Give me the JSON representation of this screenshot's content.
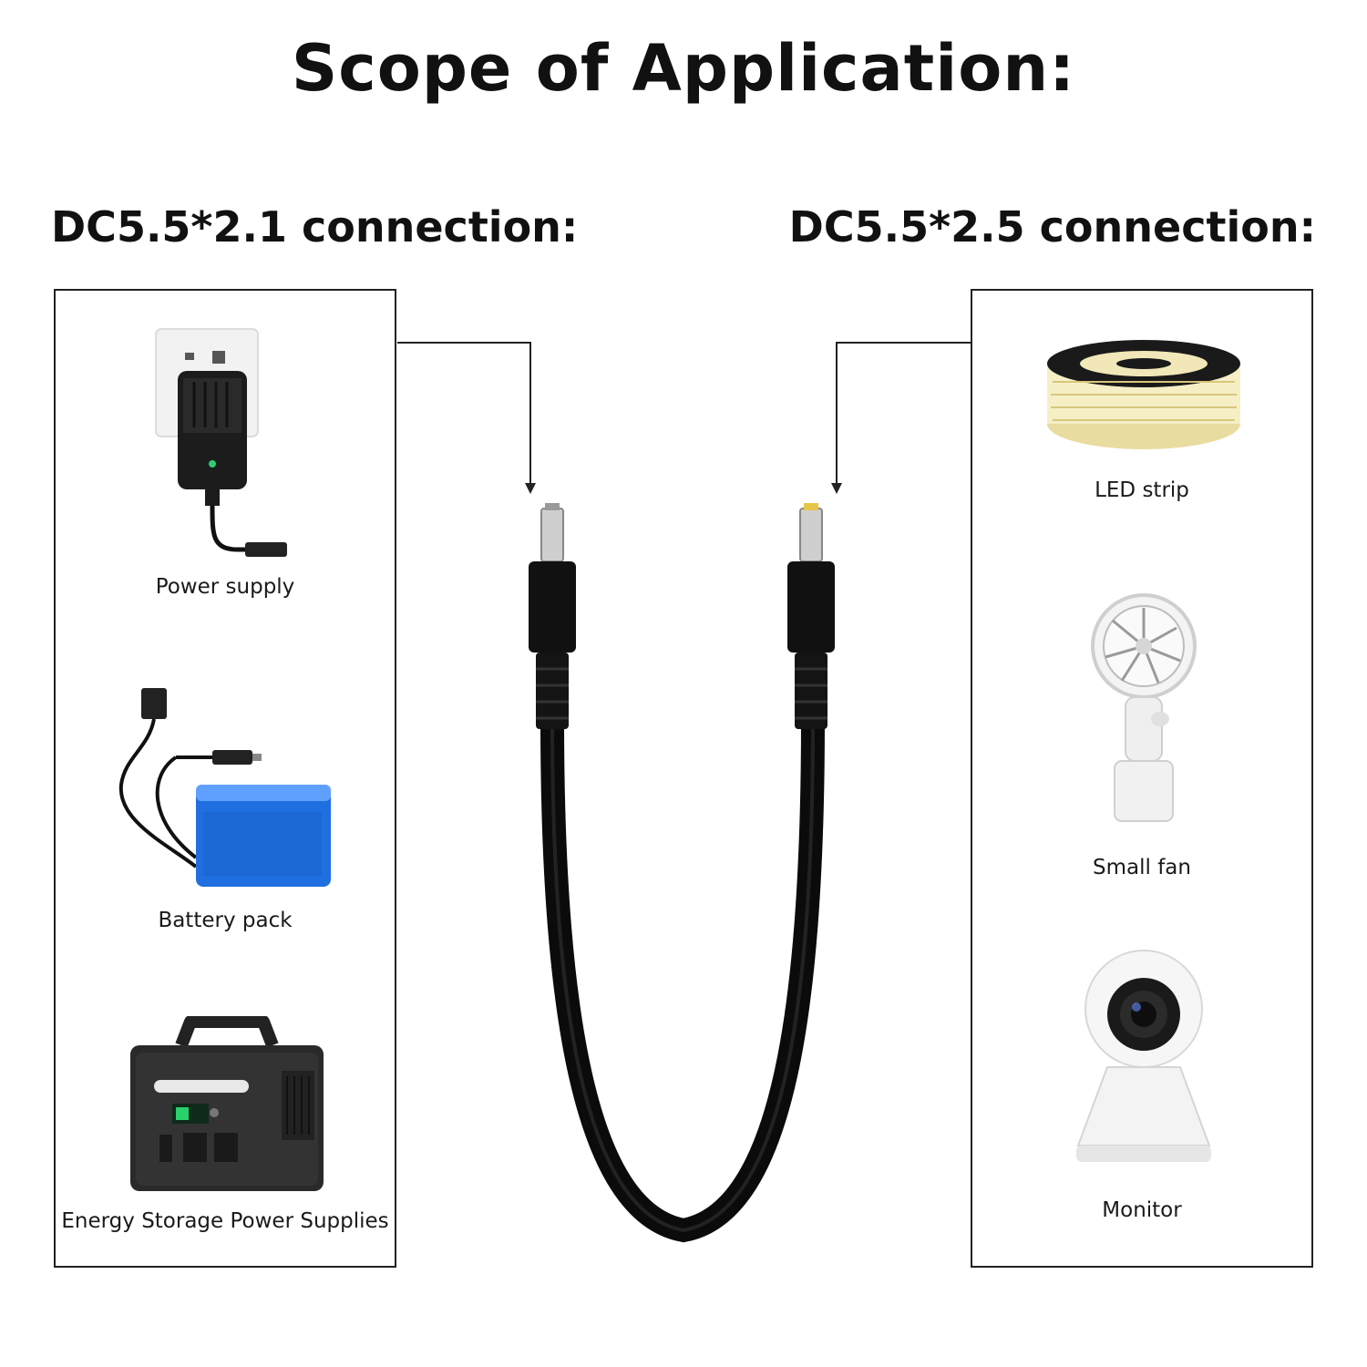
{
  "title": "Scope of Application:",
  "left_column": {
    "heading": "DC5.5*2.1 connection:",
    "items": [
      {
        "label": "Power supply",
        "icon": "power-adapter-icon"
      },
      {
        "label": "Battery pack",
        "icon": "battery-pack-icon"
      },
      {
        "label": "Energy Storage Power Supplies",
        "icon": "power-station-icon"
      }
    ]
  },
  "right_column": {
    "heading": "DC5.5*2.5 connection:",
    "items": [
      {
        "label": "LED strip",
        "icon": "led-strip-icon"
      },
      {
        "label": "Small fan",
        "icon": "small-fan-icon"
      },
      {
        "label": "Monitor",
        "icon": "security-camera-icon"
      }
    ]
  },
  "colors": {
    "cable": "#0b0b0b",
    "battery": "#1f6fe0",
    "led_glow": "#f3e6a6",
    "connector_tip_right": "#e6c64a"
  }
}
